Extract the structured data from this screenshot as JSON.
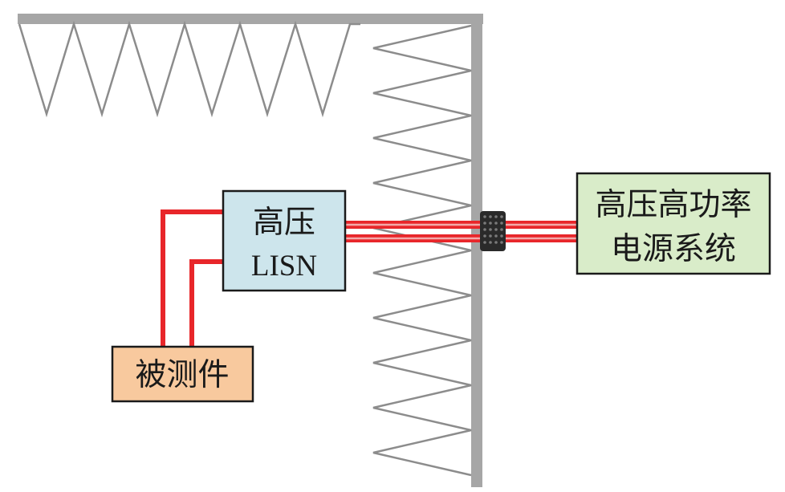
{
  "labels": {
    "lisn_line1": "高压",
    "lisn_line2": "LISN",
    "dut": "被测件",
    "power_line1": "高压高功率",
    "power_line2": "电源系统"
  },
  "colors": {
    "wall": "#a6a6a6",
    "absorber": "#8c8c8c",
    "cable": "#e8262a",
    "cable_highlight": "#f3a9a9",
    "lisn_fill": "#cde5ec",
    "dut_fill": "#f8c99e",
    "power_fill": "#d9ecc9",
    "box_stroke": "#1a1a1a",
    "feedthrough": "#2a2a2a"
  }
}
